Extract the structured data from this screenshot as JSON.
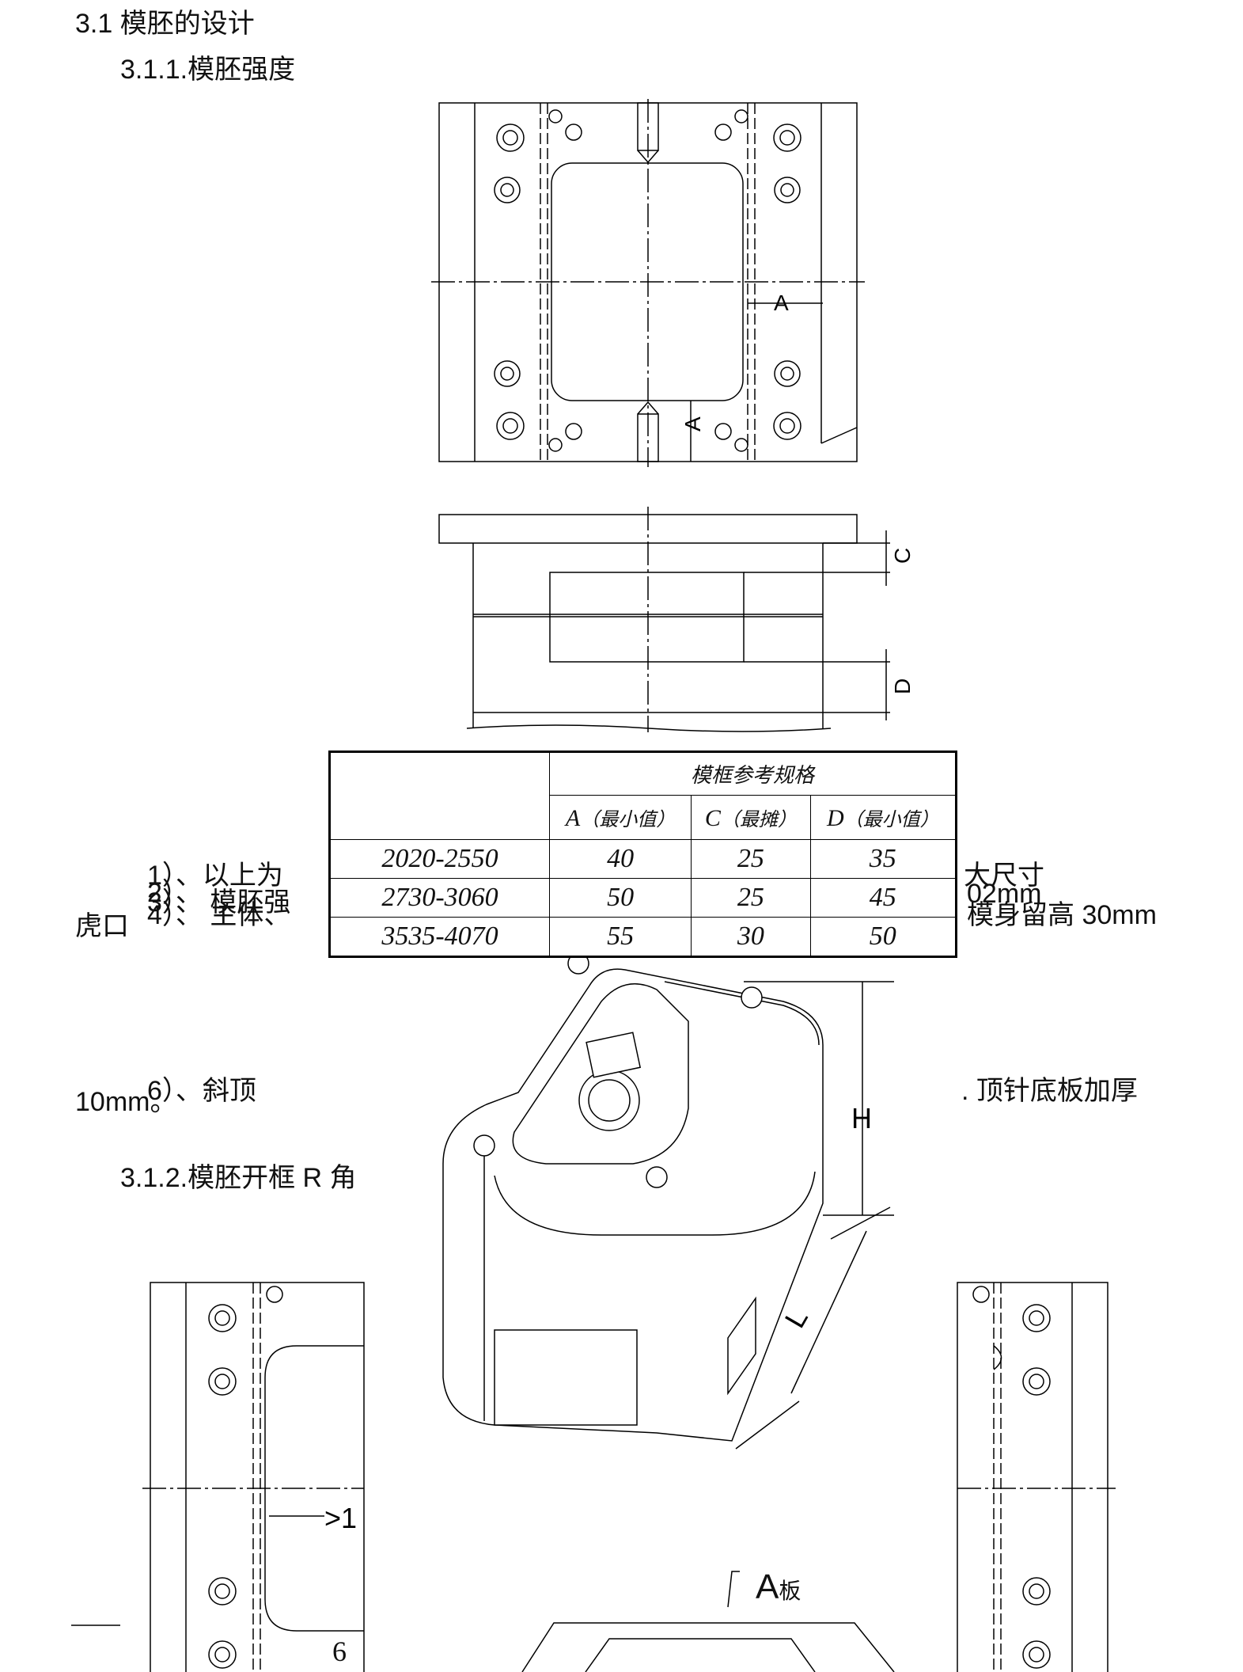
{
  "headings": {
    "section": "3.1 模胚的设计",
    "sub1": "3.1.1.模胚强度",
    "sub2": "3.1.2.模胚开框 R 角"
  },
  "notes": {
    "n1": "1）、以上为",
    "n1_tail": "大尺寸",
    "n2_fragment": "2）、",
    "n3_fragment": "3）、 模胚强",
    "n3_tail": "02mm",
    "n4": "4）、 主体、",
    "n4_prefix": "虎口",
    "n4_tail": "模身留高 30mm",
    "n6": "6）、斜顶",
    "n6_tail": ". 顶针底板加厚",
    "n6_cont": "10mm。"
  },
  "drawing_labels": {
    "dim_a": "A",
    "dim_c": "C",
    "dim_d": "D",
    "dim_h": "H",
    "dim_l": "L",
    "dim_gt": ">1",
    "plate": "A",
    "plate_suffix": "板",
    "page_num": "6"
  },
  "table": {
    "header": "模框参考规格",
    "cols": [
      {
        "letter": "A",
        "note": "（最小值）"
      },
      {
        "letter": "C",
        "note": "（最摊）"
      },
      {
        "letter": "D",
        "note": "（最小值）"
      }
    ],
    "rows": [
      {
        "size": "2020-2550",
        "a": "40",
        "c": "25",
        "d": "35"
      },
      {
        "size": "2730-3060",
        "a": "50",
        "c": "25",
        "d": "45"
      },
      {
        "size": "3535-4070",
        "a": "55",
        "c": "30",
        "d": "50"
      }
    ]
  }
}
